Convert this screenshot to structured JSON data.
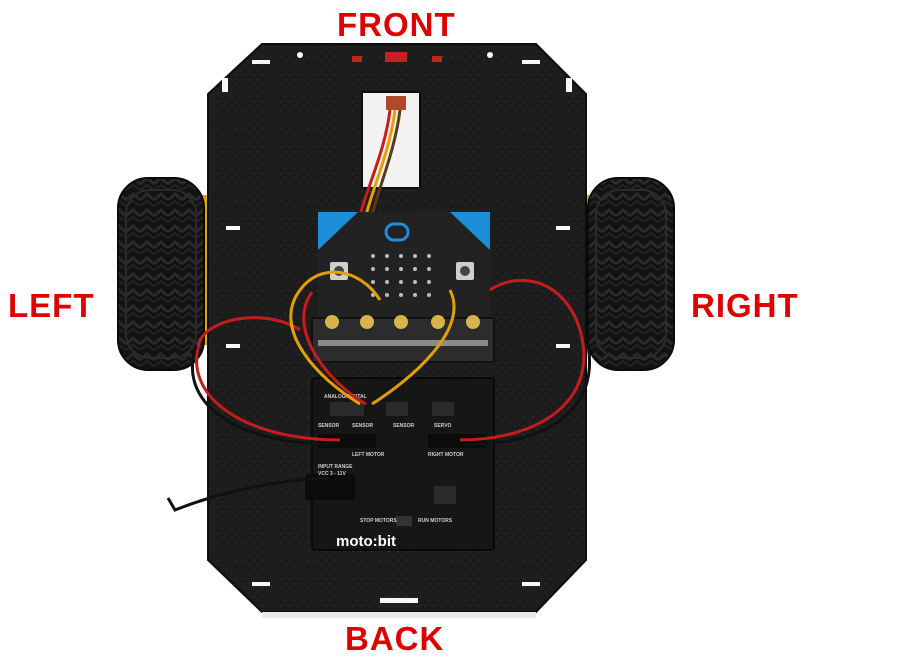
{
  "labels": {
    "front": "FRONT",
    "back": "BACK",
    "left": "LEFT",
    "right": "RIGHT"
  },
  "board_silkscreen": {
    "brand": "moto:bit",
    "analog_digital": "ANALOG/DIGITAL",
    "sensor_a": "SENSOR",
    "sensor_b": "SENSOR",
    "sensor_c": "SENSOR",
    "servo": "SERVO",
    "left_motor": "LEFT MOTOR",
    "right_motor": "RIGHT MOTOR",
    "input_range": "INPUT RANGE",
    "vcc_range": "VCC 3 - 11V",
    "stop_motors": "STOP MOTORS",
    "run_motors": "RUN MOTORS"
  },
  "colors": {
    "label_red": "#e00000",
    "chassis": "#1b1b1b",
    "wheel_hub": "#e3a100",
    "tire": "#111111",
    "microbit_blue": "#1d8fd8"
  }
}
